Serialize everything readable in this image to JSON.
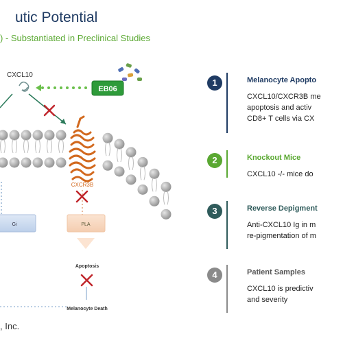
{
  "header": {
    "title": "utic Potential",
    "subtitle": ") - Substantiated in Preclinical Studies"
  },
  "diagram": {
    "ligand_label": "CXCL10",
    "drug_label": "EB06",
    "receptor_label": "CXCR3B",
    "box_left_label": "Gi",
    "box_right_label": "PLA",
    "apoptosis_label": "Apoptosis",
    "death_label": "Melanocyte Death"
  },
  "colors": {
    "navy": "#1f3b63",
    "green": "#5aa832",
    "teal": "#2f5b5b",
    "gray": "#8a8a8a",
    "red": "#c0262c",
    "orange": "#d2691e"
  },
  "steps": [
    {
      "num": "1",
      "title": "Melanocyte Apopto",
      "lines": [
        "CXCL10/CXCR3B me",
        "apoptosis and activ",
        "CD8+ T cells via CX"
      ]
    },
    {
      "num": "2",
      "title": "Knockout Mice",
      "lines": [
        "CXCL10 -/- mice do"
      ]
    },
    {
      "num": "3",
      "title": "Reverse Depigment",
      "lines": [
        "Anti-CXCL10 Ig in m",
        "re-pigmentation of m"
      ]
    },
    {
      "num": "4",
      "title": "Patient Samples",
      "lines": [
        "CXCL10 is predictiv",
        "and severity"
      ]
    }
  ],
  "footer": {
    "text": ", Inc."
  }
}
